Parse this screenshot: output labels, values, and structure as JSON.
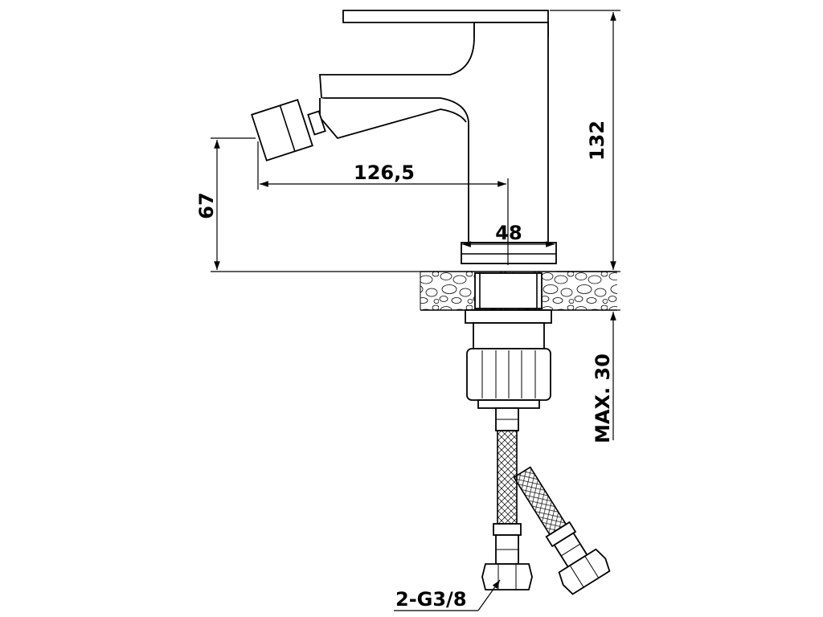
{
  "dimensions": {
    "height_total": "132",
    "outlet_height": "67",
    "reach": "126,5",
    "body_width": "48",
    "max_thickness": "MAX. 30"
  },
  "connection": {
    "thread_label": "2-G3/8"
  },
  "colors": {
    "line": "#000000",
    "background": "#ffffff"
  }
}
